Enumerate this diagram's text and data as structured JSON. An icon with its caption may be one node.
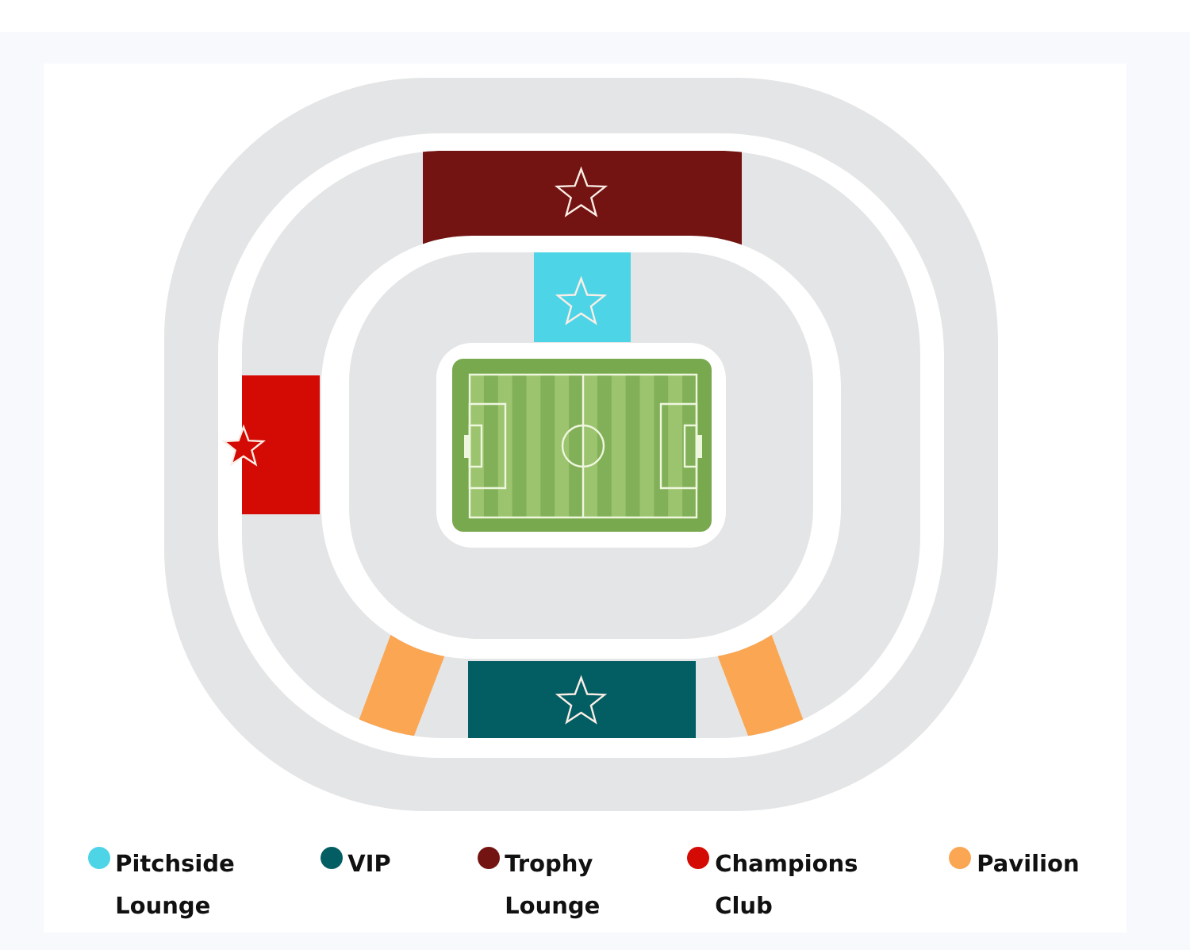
{
  "diagram": {
    "legend": [
      {
        "text": "Pitchside Lounge",
        "color": "#4dd4e6"
      },
      {
        "text": "VIP",
        "color": "#035e63"
      },
      {
        "text": "Trophy Lounge",
        "color": "#731412"
      },
      {
        "text": "Champions Club",
        "color": "#d40a05"
      },
      {
        "text": "Pavilion",
        "color": "#fba652"
      }
    ]
  }
}
